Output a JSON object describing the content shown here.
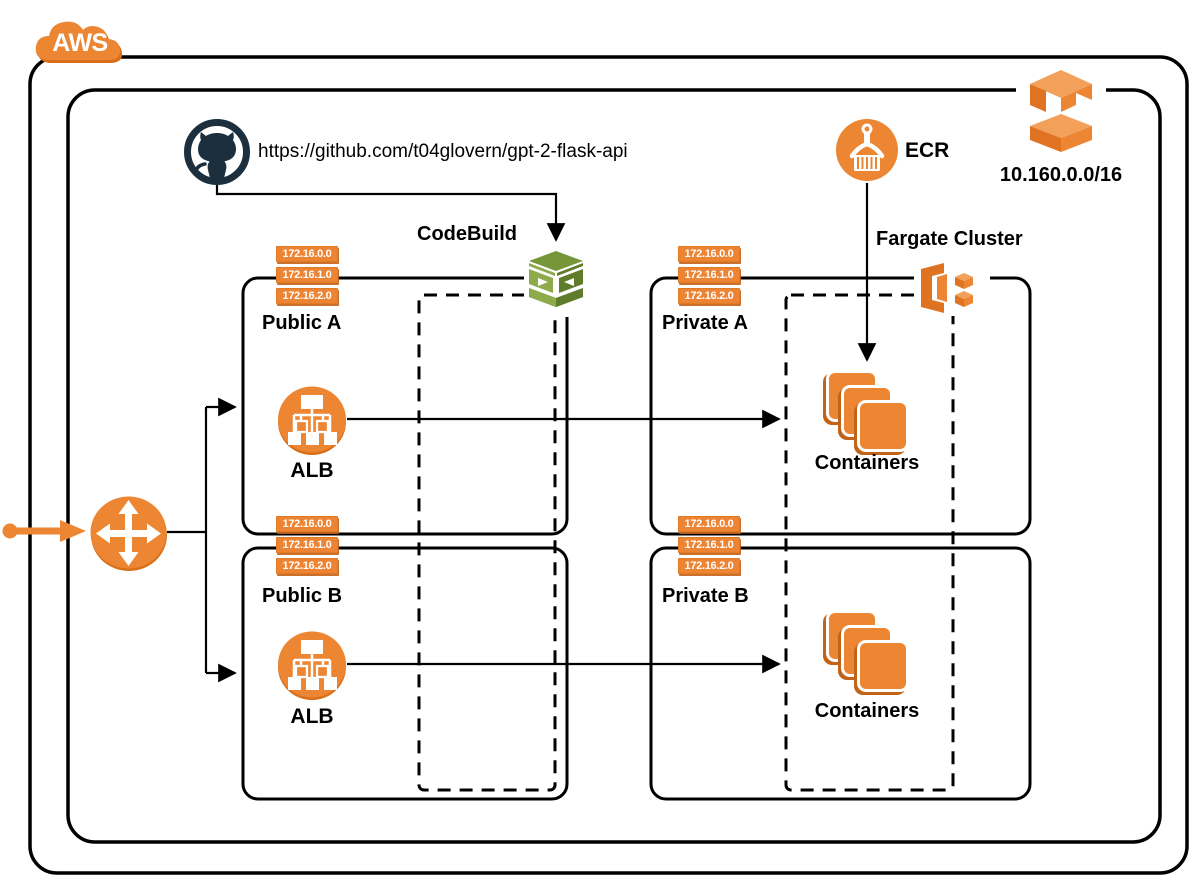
{
  "cloud": {
    "label": "AWS"
  },
  "vpc": {
    "cidr": "10.160.0.0/16"
  },
  "nodes": {
    "github": {
      "url": "https://github.com/t04glovern/gpt-2-flask-api"
    },
    "codebuild": {
      "label": "CodeBuild"
    },
    "ecr": {
      "label": "ECR"
    },
    "fargate": {
      "label": "Fargate Cluster"
    },
    "alb": {
      "label": "ALB"
    },
    "containers": {
      "label": "Containers"
    }
  },
  "subnets": [
    {
      "id": "public-a",
      "label": "Public A",
      "cidrs": [
        "172.16.0.0",
        "172.16.1.0",
        "172.16.2.0"
      ]
    },
    {
      "id": "private-a",
      "label": "Private A",
      "cidrs": [
        "172.16.0.0",
        "172.16.1.0",
        "172.16.2.0"
      ]
    },
    {
      "id": "public-b",
      "label": "Public B",
      "cidrs": [
        "172.16.0.0",
        "172.16.1.0",
        "172.16.2.0"
      ]
    },
    {
      "id": "private-b",
      "label": "Private B",
      "cidrs": [
        "172.16.0.0",
        "172.16.1.0",
        "172.16.2.0"
      ]
    }
  ],
  "colors": {
    "aws_orange": "#EC8633",
    "orange_dark": "#C26418",
    "github_navy": "#1B2F3E",
    "codebuild_green": "#77963A",
    "line": "#000000"
  }
}
